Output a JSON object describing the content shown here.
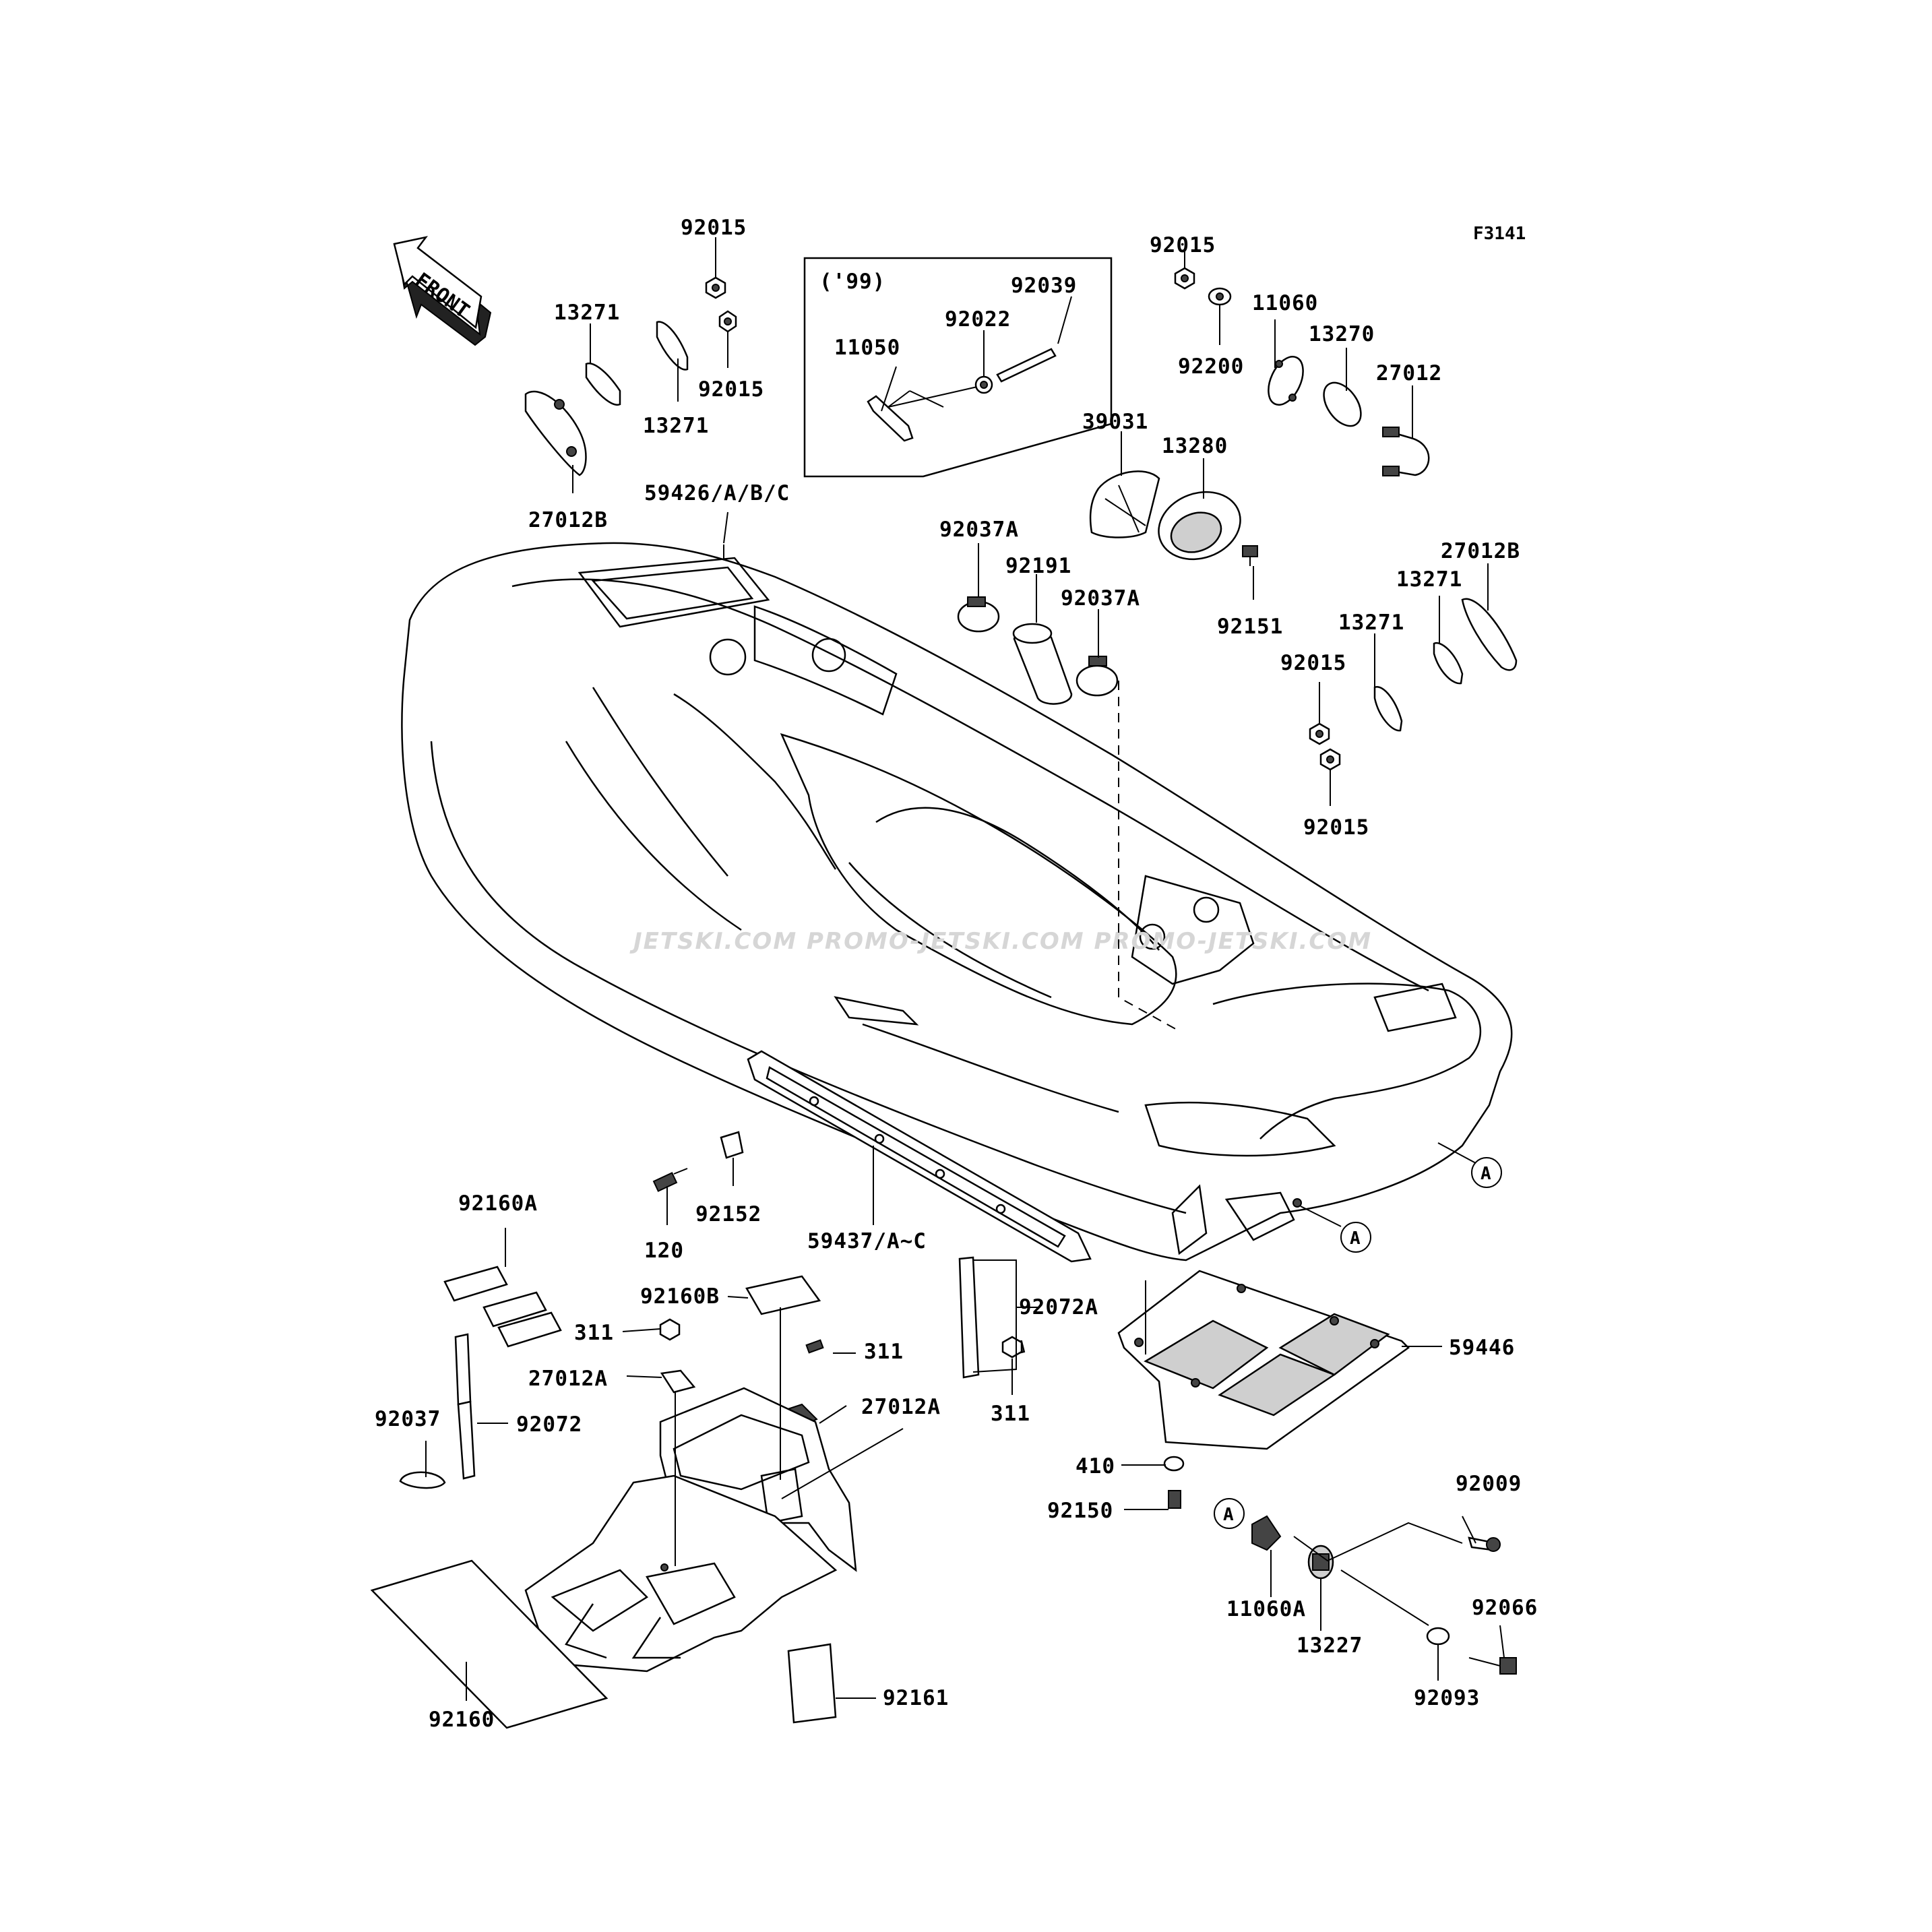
{
  "figure_code": "F3141",
  "front_arrow_text": "FRONT",
  "inset": {
    "year_label": "('99)"
  },
  "watermark": "JETSKI.COM   PROMO-JETSKI.COM   PROMO-JETSKI.COM",
  "callout_letter": "A",
  "labels": {
    "p92015_a": "92015",
    "p13271_a": "13271",
    "p92015_b": "92015",
    "p13271_b": "13271",
    "p27012B_a": "27012B",
    "p59426": "59426/A/B/C",
    "p11050": "11050",
    "p92022": "92022",
    "p92039": "92039",
    "p92015_c": "92015",
    "p11060": "11060",
    "p92200": "92200",
    "p13270": "13270",
    "p27012": "27012",
    "p39031": "39031",
    "p13280": "13280",
    "p92037A_a": "92037A",
    "p92191": "92191",
    "p92037A_b": "92037A",
    "p92151": "92151",
    "p27012B_b": "27012B",
    "p13271_c": "13271",
    "p13271_d": "13271",
    "p92015_d": "92015",
    "p92015_e": "92015",
    "p92152": "92152",
    "p120": "120",
    "p59437": "59437/A~C",
    "p92160A": "92160A",
    "p92160B": "92160B",
    "p311_a": "311",
    "p311_b": "311",
    "p27012A_a": "27012A",
    "p27012A_b": "27012A",
    "p92037": "92037",
    "p92072": "92072",
    "p92072A": "92072A",
    "p311_c": "311",
    "p59446": "59446",
    "p410": "410",
    "p92150": "92150",
    "p92009": "92009",
    "p11060A": "11060A",
    "p13227": "13227",
    "p92066": "92066",
    "p92093": "92093",
    "p92160": "92160",
    "p92161": "92161"
  }
}
